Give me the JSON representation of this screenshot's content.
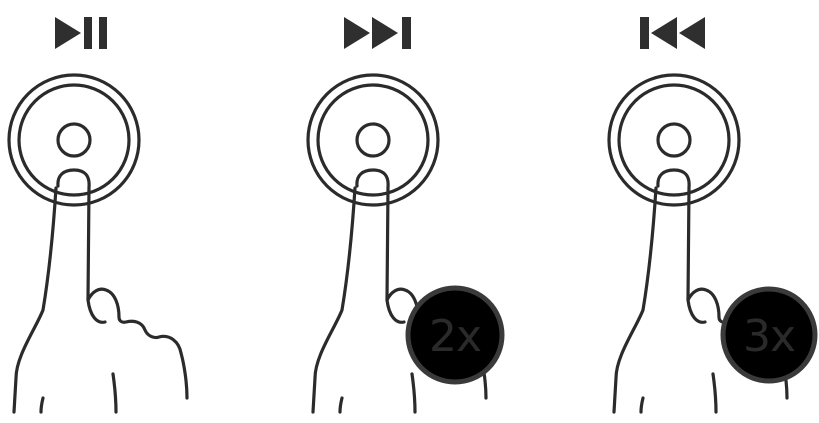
{
  "diagram": {
    "background": "#ffffff",
    "line_color": "#2b2b2b",
    "icon_color": "#2f2f2f",
    "badge_fill": "#000000",
    "badge_text_color": "#2a2a2a",
    "steps": [
      {
        "action": "play-pause",
        "icon": "play-pause-icon",
        "press_badge": ""
      },
      {
        "action": "next-track",
        "icon": "skip-forward-icon",
        "press_badge": "2x"
      },
      {
        "action": "previous-track",
        "icon": "skip-back-icon",
        "press_badge": "3x"
      }
    ]
  }
}
